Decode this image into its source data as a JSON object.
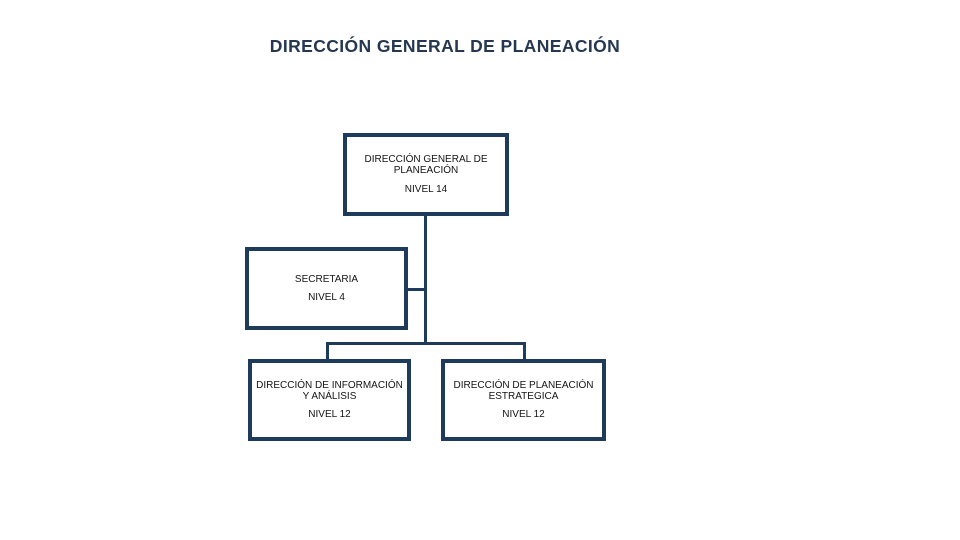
{
  "slide": {
    "title": "DIRECCIÓN GENERAL DE PLANEACIÓN",
    "background": "#ffffff"
  },
  "colors": {
    "accent_navy": "#1f3b5c",
    "title_text": "#253850",
    "node_text": "#141414"
  },
  "org_chart": {
    "type": "org-tree",
    "nodes": [
      {
        "id": "direccion-general",
        "title": "DIRECCIÓN GENERAL DE PLANEACIÓN",
        "level": "NIVEL 14",
        "parent": null
      },
      {
        "id": "secretaria",
        "title": "SECRETARIA",
        "level": "NIVEL 4",
        "parent": "direccion-general"
      },
      {
        "id": "informacion-analisis",
        "title": "DIRECCIÓN DE INFORMACIÓN Y ANÁLISIS",
        "level": "NIVEL 12",
        "parent": "direccion-general"
      },
      {
        "id": "planeacion-estrategica",
        "title": "DIRECCIÓN DE PLANEACIÓN ESTRATEGICA",
        "level": "NIVEL 12",
        "parent": "direccion-general"
      }
    ]
  }
}
